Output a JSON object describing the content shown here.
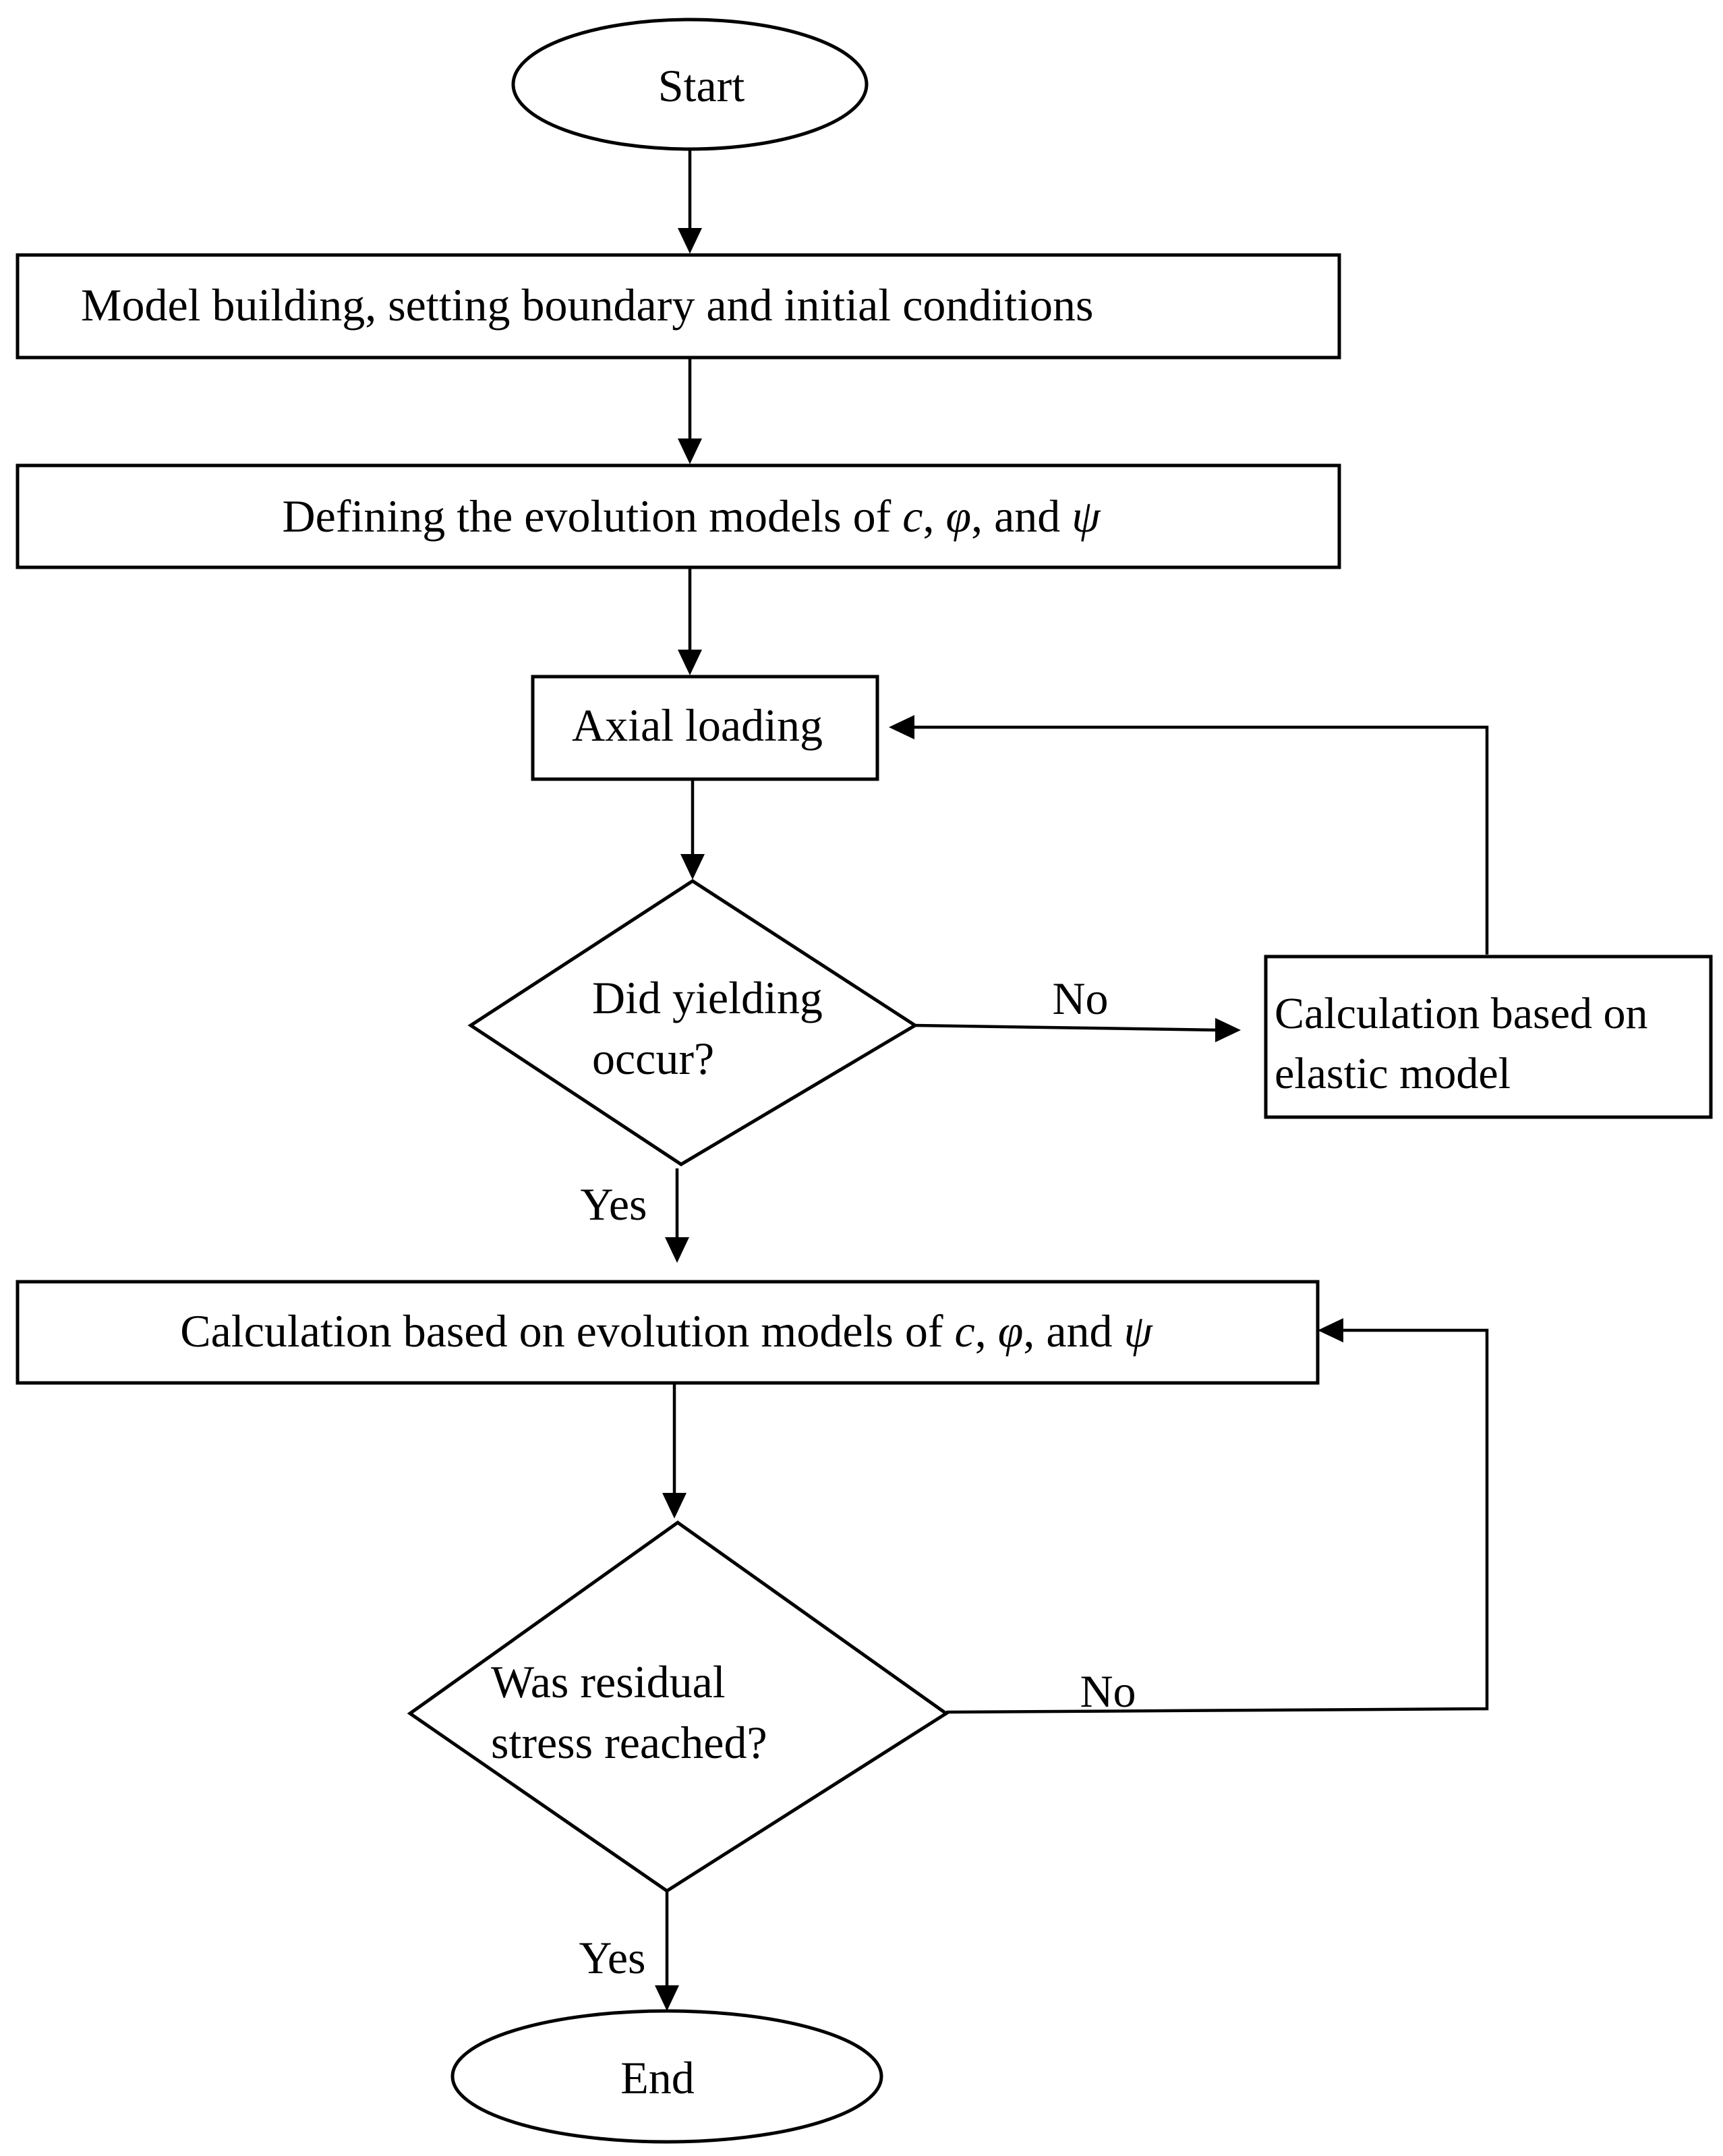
{
  "nodes": {
    "start": "Start",
    "model_building": "Model building, setting boundary and initial conditions",
    "defining": {
      "text": "Defining the evolution models of ",
      "c": "c",
      "sep1": ", ",
      "phi": "φ",
      "sep2": ", and ",
      "psi": "ψ"
    },
    "axial_loading": "Axial loading",
    "yield_decision": {
      "line1": "Did yielding",
      "line2": "occur?"
    },
    "elastic_calc": {
      "line1": "Calculation based on",
      "line2": "elastic model"
    },
    "evolution_calc": {
      "text": "Calculation based on evolution models of ",
      "c": "c",
      "sep1": ", ",
      "phi": "φ",
      "sep2": ", and ",
      "psi": "ψ"
    },
    "residual_decision": {
      "line1": "Was residual",
      "line2": "stress reached?"
    },
    "end": "End"
  },
  "edge_labels": {
    "yield_no": "No",
    "yield_yes": "Yes",
    "residual_no": "No",
    "residual_yes": "Yes"
  }
}
